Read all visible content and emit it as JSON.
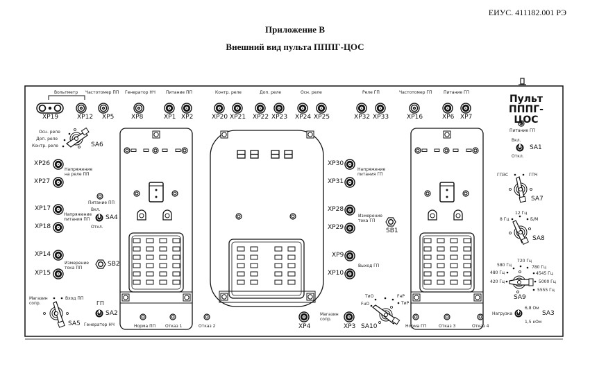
{
  "header": {
    "doc_code": "ЕИУС. 411182.001 РЭ",
    "appendix": "Приложение В",
    "title": "Внешний вид пульта ПППГ-ЦОС"
  },
  "panel": {
    "name_line1": "Пульт",
    "name_line2": "ПППГ-ЦОС",
    "group_labels": {
      "voltmeter": "Вольтметр",
      "freq_pp": "Частотомер ПП",
      "gen_nch": "Генератор НЧ",
      "power_pp": "Питание ПП",
      "ctrl_relay": "Контр. реле",
      "aux_relay": "Доп. реле",
      "main_relay": "Осн. реле",
      "relay_gp": "Реле ГП",
      "freq_gp": "Частотомер ГП",
      "power_gp": "Питание ГП"
    },
    "connectors_top": [
      "XP19",
      "XP12",
      "XP5",
      "XP8",
      "XP1",
      "XP2",
      "XP20",
      "XP21",
      "XP22",
      "XP23",
      "XP24",
      "XP25",
      "XP32",
      "XP33",
      "XP16",
      "XP6",
      "XP7"
    ],
    "left": {
      "sa6": {
        "id": "SA6",
        "positions": [
          "Осн. реле",
          "Доп. реле",
          "Контр. реле"
        ]
      },
      "xp26": "XP26",
      "xp27": "XP27",
      "relay_voltage": [
        "Напряжение",
        "на реле ПП"
      ],
      "power_pp_lamp": "Питание ПП",
      "xp17": "XP17",
      "xp18": "XP18",
      "supply_voltage": [
        "Напряжение",
        "питания ПП"
      ],
      "sa4": {
        "id": "SA4",
        "on": "Вкл.",
        "off": "Откл."
      },
      "xp14": "XP14",
      "xp15": "XP15",
      "current_meas": [
        "Измерение",
        "тока ПП"
      ],
      "sb2": "SB2",
      "sa5": {
        "id": "SA5",
        "positions": [
          "Магазин",
          "сопр.",
          "Вход ПП"
        ]
      },
      "sa2": {
        "id": "SA2",
        "top": "ГП",
        "bottom": "Генератор НЧ"
      }
    },
    "bottom_lamps": [
      "Норма ПП",
      "Отказ 1",
      "Отказ 2",
      "Норма ГП",
      "Отказ 3",
      "Отказ 4"
    ],
    "center": {
      "xp4": "XP4",
      "xp3": "XP3",
      "magazine": [
        "Магазин",
        "сопр."
      ]
    },
    "mid_right": {
      "xp30": "XP30",
      "xp31": "XP31",
      "supply_voltage_gp": [
        "Напряжение",
        "питания  ГП"
      ],
      "xp28": "XP28",
      "xp29": "XP29",
      "current_meas_gp": [
        "Измерение",
        "тока ГП"
      ],
      "sb1": "SB1",
      "xp9": "XP9",
      "xp10": "XP10",
      "output_gp": "Выход ГП",
      "sa10": {
        "id": "SA10",
        "positions": [
          "ТиО",
          "FнP",
          "FнО",
          "ТиР"
        ]
      }
    },
    "right": {
      "power_gp_lamp": "Питание ГП",
      "sa1": {
        "id": "SA1",
        "on": "Вкл.",
        "off": "Откл."
      },
      "sa7": {
        "id": "SA7",
        "positions": [
          "ГПЗС",
          "ГПЧ"
        ]
      },
      "sa8": {
        "id": "SA8",
        "positions": [
          "8 Гц",
          "12 Гц",
          "Б/М"
        ]
      },
      "sa9": {
        "id": "SA9",
        "positions": [
          "420 Гц",
          "480 Гц",
          "580 Гц",
          "720 Гц",
          "780 Гц",
          "4545 Гц",
          "5000 Гц",
          "5555 Гц"
        ]
      },
      "sa3": {
        "id": "SA3",
        "label": "Нагрузка",
        "top": "6,8 Ом",
        "bottom": "1,5 кОм"
      }
    }
  }
}
